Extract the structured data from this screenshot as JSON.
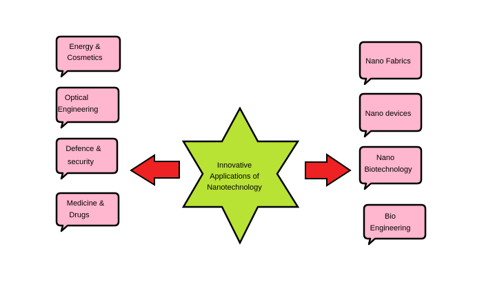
{
  "center": {
    "lines": [
      "Innovative",
      "Applications  of",
      "Nanotechnology"
    ]
  },
  "left_items": [
    {
      "lines": [
        "Energy &",
        "Cosmetics"
      ]
    },
    {
      "lines": [
        "Optical",
        "Engineering"
      ]
    },
    {
      "lines": [
        "Defence  &",
        "security"
      ]
    },
    {
      "lines": [
        "Medicine &",
        "Drugs"
      ]
    }
  ],
  "right_items": [
    {
      "lines": [
        "Nano Fabrics"
      ]
    },
    {
      "lines": [
        "Nano devices"
      ]
    },
    {
      "lines": [
        "Nano",
        "Biotechnology"
      ]
    },
    {
      "lines": [
        "Bio",
        "Engineering"
      ]
    }
  ],
  "colors": {
    "bubble_fill": "#ffb6cf",
    "star_fill": "#b8e234",
    "arrow_fill": "#ee2222",
    "outline": "#000000"
  }
}
